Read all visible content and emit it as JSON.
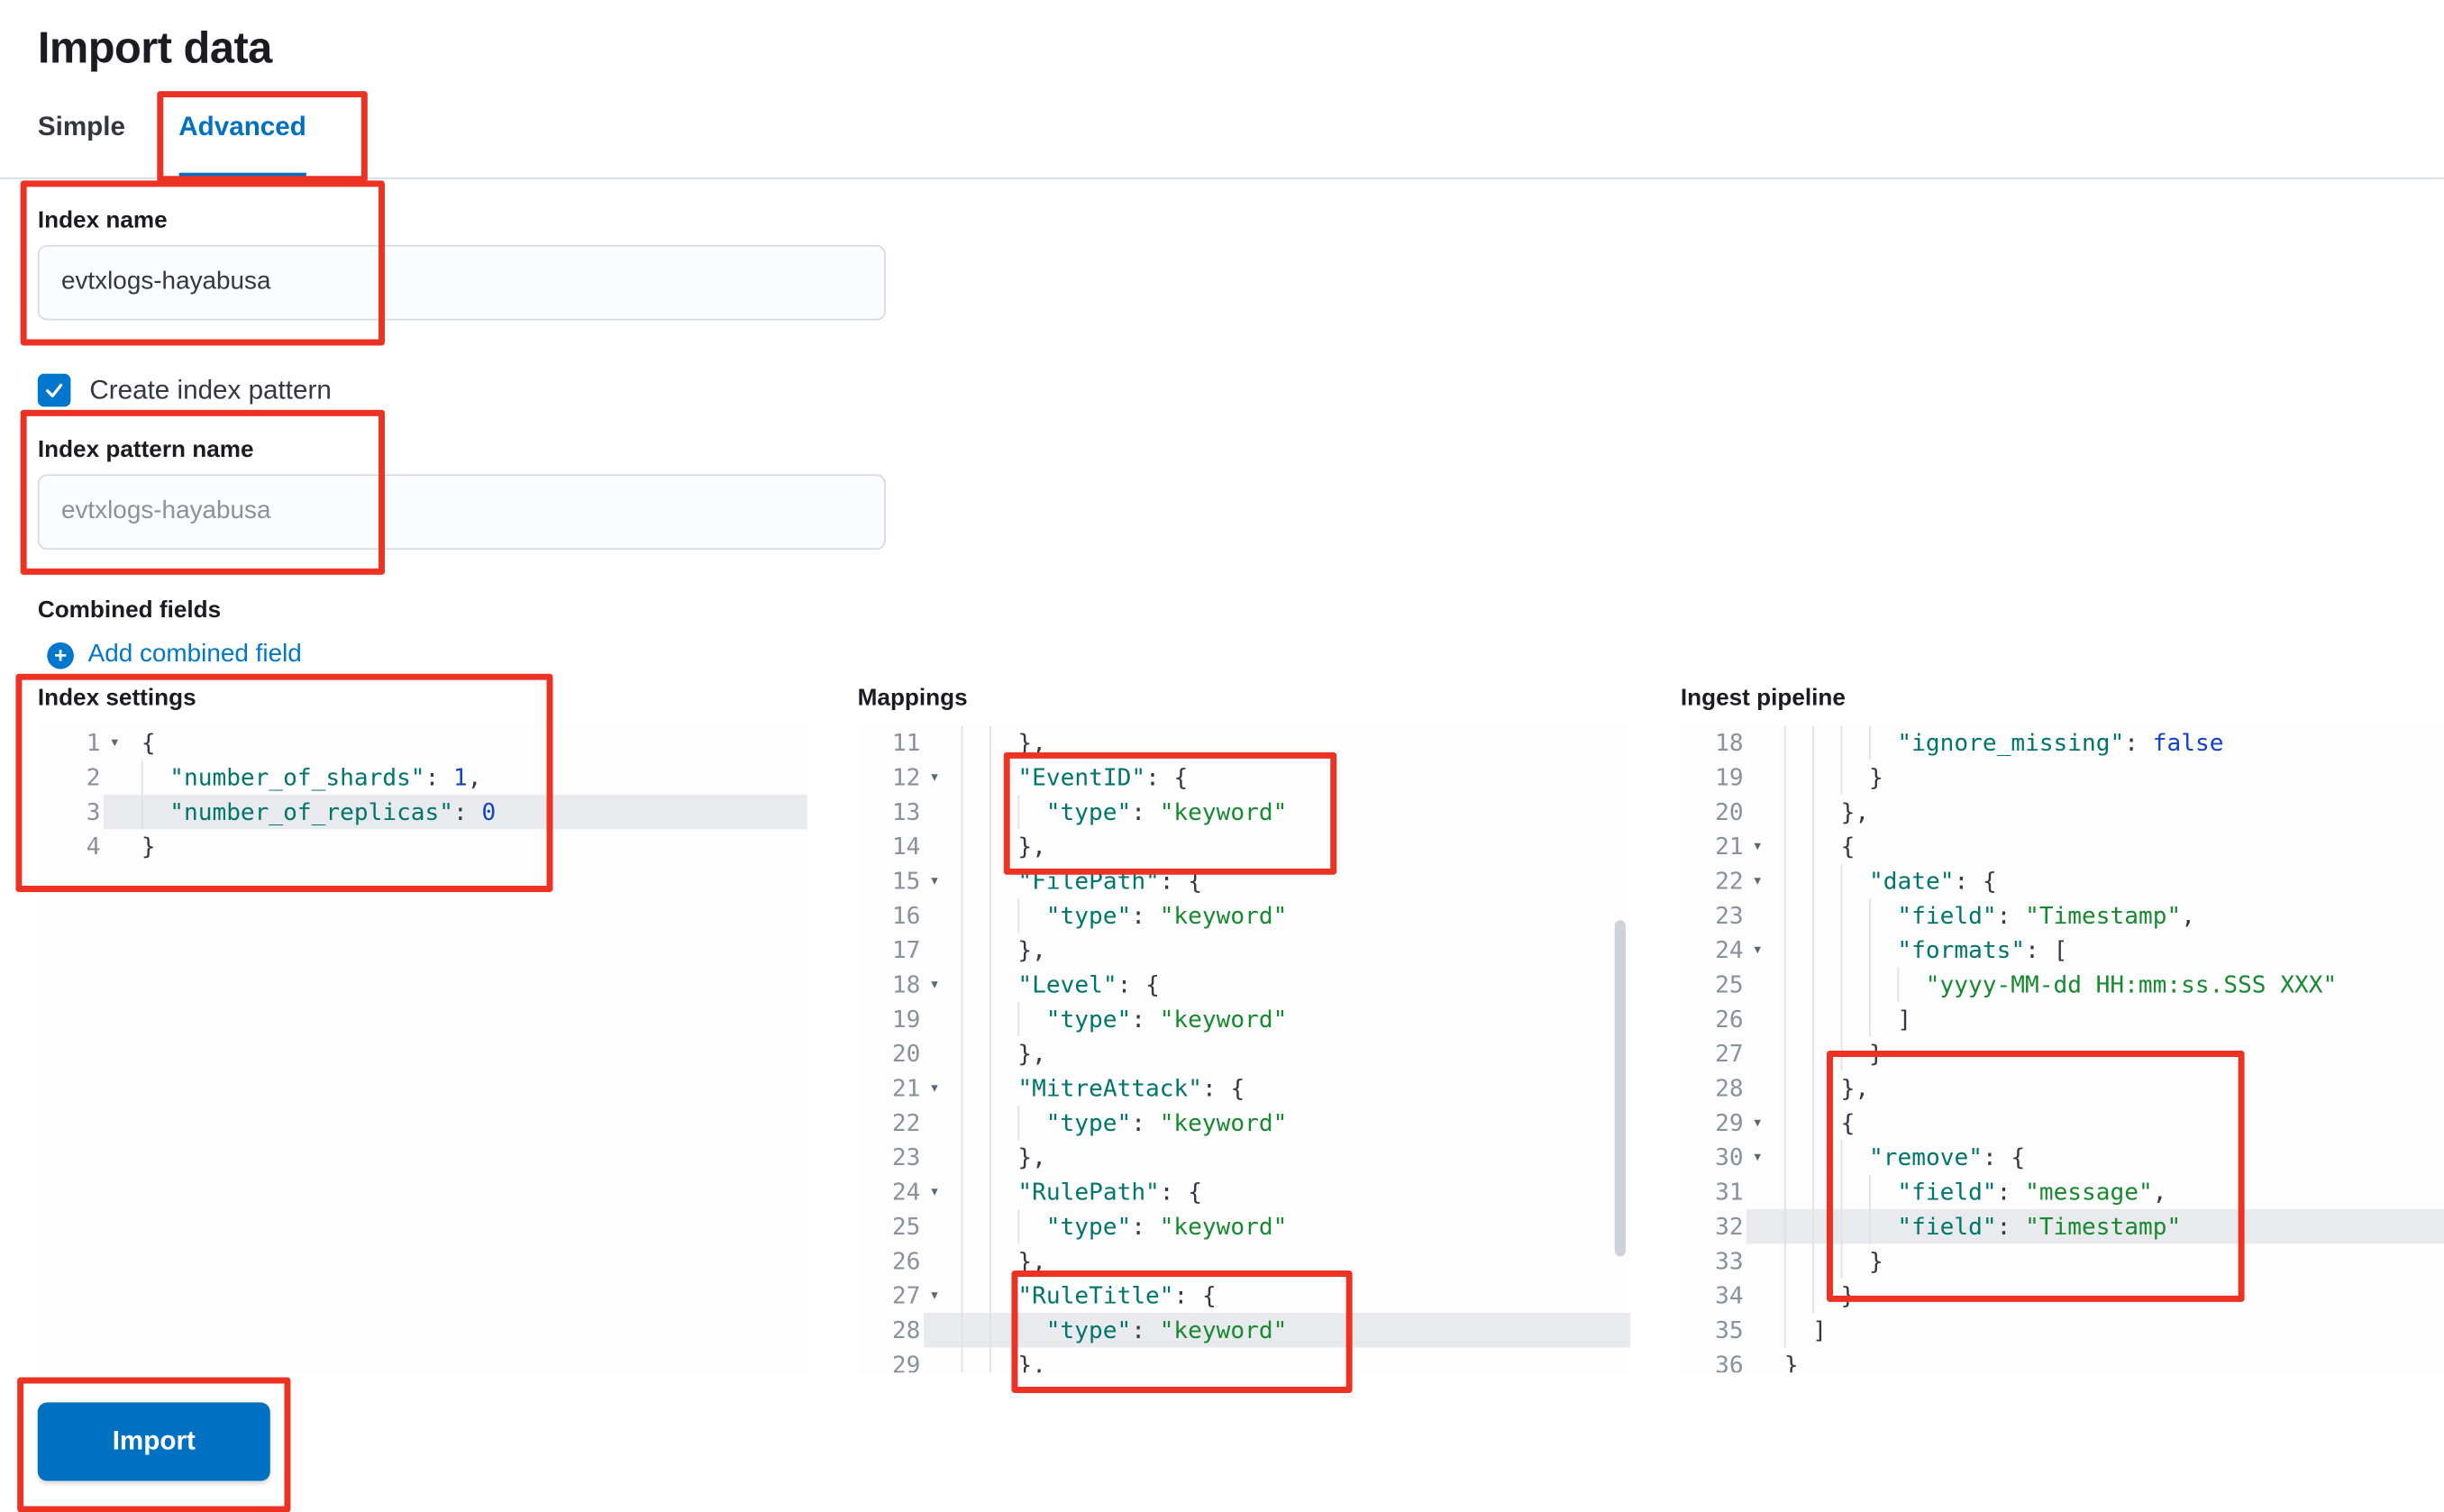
{
  "page": {
    "title": "Import data"
  },
  "tabs": {
    "simple": "Simple",
    "advanced": "Advanced"
  },
  "form": {
    "index_name": {
      "label": "Index name",
      "value": "evtxlogs-hayabusa"
    },
    "create_index_pattern": {
      "label": "Create index pattern",
      "checked": true
    },
    "index_pattern_name": {
      "label": "Index pattern name",
      "placeholder": "evtxlogs-hayabusa"
    },
    "combined_fields_label": "Combined fields",
    "add_combined_field_label": "Add combined field"
  },
  "actions": {
    "import_label": "Import"
  },
  "icons": {
    "plus_in_circle": "+",
    "fold_arrow": "▾",
    "check": "✓"
  },
  "colors": {
    "accent_blue": "#0077cc",
    "button_blue": "#0071c2",
    "annotation_red": "#ec3323",
    "active_line_bg": "#e8eaed",
    "syntax_key": "#00756c",
    "syntax_string": "#17892e",
    "syntax_number": "#1142c8"
  },
  "editors": [
    {
      "id": "index-settings",
      "label": "Index settings",
      "active_line": 3,
      "lines": [
        {
          "ln": 1,
          "fold": true,
          "sp": 0,
          "seg": [
            [
              "p",
              "{"
            ]
          ]
        },
        {
          "ln": 2,
          "sp": 2,
          "seg": [
            [
              "k",
              "\"number_of_shards\""
            ],
            [
              "p",
              ": "
            ],
            [
              "v",
              "1"
            ],
            [
              "p",
              ","
            ]
          ]
        },
        {
          "ln": 3,
          "sp": 2,
          "seg": [
            [
              "k",
              "\"number_of_replicas\""
            ],
            [
              "p",
              ": "
            ],
            [
              "v",
              "0"
            ]
          ]
        },
        {
          "ln": 4,
          "sp": 0,
          "seg": [
            [
              "p",
              "}"
            ]
          ]
        }
      ]
    },
    {
      "id": "mappings",
      "label": "Mappings",
      "active_line": 28,
      "lines": [
        {
          "ln": 11,
          "sp": 4,
          "seg": [
            [
              "p",
              "},"
            ]
          ]
        },
        {
          "ln": 12,
          "fold": true,
          "sp": 4,
          "seg": [
            [
              "k",
              "\"EventID\""
            ],
            [
              "p",
              ": {"
            ]
          ]
        },
        {
          "ln": 13,
          "sp": 6,
          "seg": [
            [
              "k",
              "\"type\""
            ],
            [
              "p",
              ": "
            ],
            [
              "s",
              "\"keyword\""
            ]
          ]
        },
        {
          "ln": 14,
          "sp": 4,
          "seg": [
            [
              "p",
              "},"
            ]
          ]
        },
        {
          "ln": 15,
          "fold": true,
          "sp": 4,
          "seg": [
            [
              "k",
              "\"FilePath\""
            ],
            [
              "p",
              ": {"
            ]
          ]
        },
        {
          "ln": 16,
          "sp": 6,
          "seg": [
            [
              "k",
              "\"type\""
            ],
            [
              "p",
              ": "
            ],
            [
              "s",
              "\"keyword\""
            ]
          ]
        },
        {
          "ln": 17,
          "sp": 4,
          "seg": [
            [
              "p",
              "},"
            ]
          ]
        },
        {
          "ln": 18,
          "fold": true,
          "sp": 4,
          "seg": [
            [
              "k",
              "\"Level\""
            ],
            [
              "p",
              ": {"
            ]
          ]
        },
        {
          "ln": 19,
          "sp": 6,
          "seg": [
            [
              "k",
              "\"type\""
            ],
            [
              "p",
              ": "
            ],
            [
              "s",
              "\"keyword\""
            ]
          ]
        },
        {
          "ln": 20,
          "sp": 4,
          "seg": [
            [
              "p",
              "},"
            ]
          ]
        },
        {
          "ln": 21,
          "fold": true,
          "sp": 4,
          "seg": [
            [
              "k",
              "\"MitreAttack\""
            ],
            [
              "p",
              ": {"
            ]
          ]
        },
        {
          "ln": 22,
          "sp": 6,
          "seg": [
            [
              "k",
              "\"type\""
            ],
            [
              "p",
              ": "
            ],
            [
              "s",
              "\"keyword\""
            ]
          ]
        },
        {
          "ln": 23,
          "sp": 4,
          "seg": [
            [
              "p",
              "},"
            ]
          ]
        },
        {
          "ln": 24,
          "fold": true,
          "sp": 4,
          "seg": [
            [
              "k",
              "\"RulePath\""
            ],
            [
              "p",
              ": {"
            ]
          ]
        },
        {
          "ln": 25,
          "sp": 6,
          "seg": [
            [
              "k",
              "\"type\""
            ],
            [
              "p",
              ": "
            ],
            [
              "s",
              "\"keyword\""
            ]
          ]
        },
        {
          "ln": 26,
          "sp": 4,
          "seg": [
            [
              "p",
              "},"
            ]
          ]
        },
        {
          "ln": 27,
          "fold": true,
          "sp": 4,
          "seg": [
            [
              "k",
              "\"RuleTitle\""
            ],
            [
              "p",
              ": {"
            ]
          ]
        },
        {
          "ln": 28,
          "sp": 6,
          "seg": [
            [
              "k",
              "\"type\""
            ],
            [
              "p",
              ": "
            ],
            [
              "s",
              "\"keyword\""
            ]
          ]
        },
        {
          "ln": 29,
          "sp": 4,
          "seg": [
            [
              "p",
              "},"
            ]
          ]
        }
      ]
    },
    {
      "id": "ingest-pipeline",
      "label": "Ingest pipeline",
      "active_line": 32,
      "lines": [
        {
          "ln": 18,
          "sp": 8,
          "seg": [
            [
              "k",
              "\"ignore_missing\""
            ],
            [
              "p",
              ": "
            ],
            [
              "v",
              "false"
            ]
          ]
        },
        {
          "ln": 19,
          "sp": 6,
          "seg": [
            [
              "p",
              "}"
            ]
          ]
        },
        {
          "ln": 20,
          "sp": 4,
          "seg": [
            [
              "p",
              "},"
            ]
          ]
        },
        {
          "ln": 21,
          "fold": true,
          "sp": 4,
          "seg": [
            [
              "p",
              "{"
            ]
          ]
        },
        {
          "ln": 22,
          "fold": true,
          "sp": 6,
          "seg": [
            [
              "k",
              "\"date\""
            ],
            [
              "p",
              ": {"
            ]
          ]
        },
        {
          "ln": 23,
          "sp": 8,
          "seg": [
            [
              "k",
              "\"field\""
            ],
            [
              "p",
              ": "
            ],
            [
              "s",
              "\"Timestamp\""
            ],
            [
              "p",
              ","
            ]
          ]
        },
        {
          "ln": 24,
          "fold": true,
          "sp": 8,
          "seg": [
            [
              "k",
              "\"formats\""
            ],
            [
              "p",
              ": ["
            ]
          ]
        },
        {
          "ln": 25,
          "sp": 10,
          "seg": [
            [
              "s",
              "\"yyyy-MM-dd HH:mm:ss.SSS XXX\""
            ]
          ]
        },
        {
          "ln": 26,
          "sp": 8,
          "seg": [
            [
              "p",
              "]"
            ]
          ]
        },
        {
          "ln": 27,
          "sp": 6,
          "seg": [
            [
              "p",
              "}"
            ]
          ]
        },
        {
          "ln": 28,
          "sp": 4,
          "seg": [
            [
              "p",
              "},"
            ]
          ]
        },
        {
          "ln": 29,
          "fold": true,
          "sp": 4,
          "seg": [
            [
              "p",
              "{"
            ]
          ]
        },
        {
          "ln": 30,
          "fold": true,
          "sp": 6,
          "seg": [
            [
              "k",
              "\"remove\""
            ],
            [
              "p",
              ": {"
            ]
          ]
        },
        {
          "ln": 31,
          "sp": 8,
          "seg": [
            [
              "k",
              "\"field\""
            ],
            [
              "p",
              ": "
            ],
            [
              "s",
              "\"message\""
            ],
            [
              "p",
              ","
            ]
          ]
        },
        {
          "ln": 32,
          "sp": 8,
          "seg": [
            [
              "k",
              "\"field\""
            ],
            [
              "p",
              ": "
            ],
            [
              "s",
              "\"Timestamp\""
            ]
          ]
        },
        {
          "ln": 33,
          "sp": 6,
          "seg": [
            [
              "p",
              "}"
            ]
          ]
        },
        {
          "ln": 34,
          "sp": 4,
          "seg": [
            [
              "p",
              "}"
            ]
          ]
        },
        {
          "ln": 35,
          "sp": 2,
          "seg": [
            [
              "p",
              "]"
            ]
          ]
        },
        {
          "ln": 36,
          "sp": 0,
          "seg": [
            [
              "p",
              "}"
            ]
          ]
        }
      ]
    }
  ]
}
